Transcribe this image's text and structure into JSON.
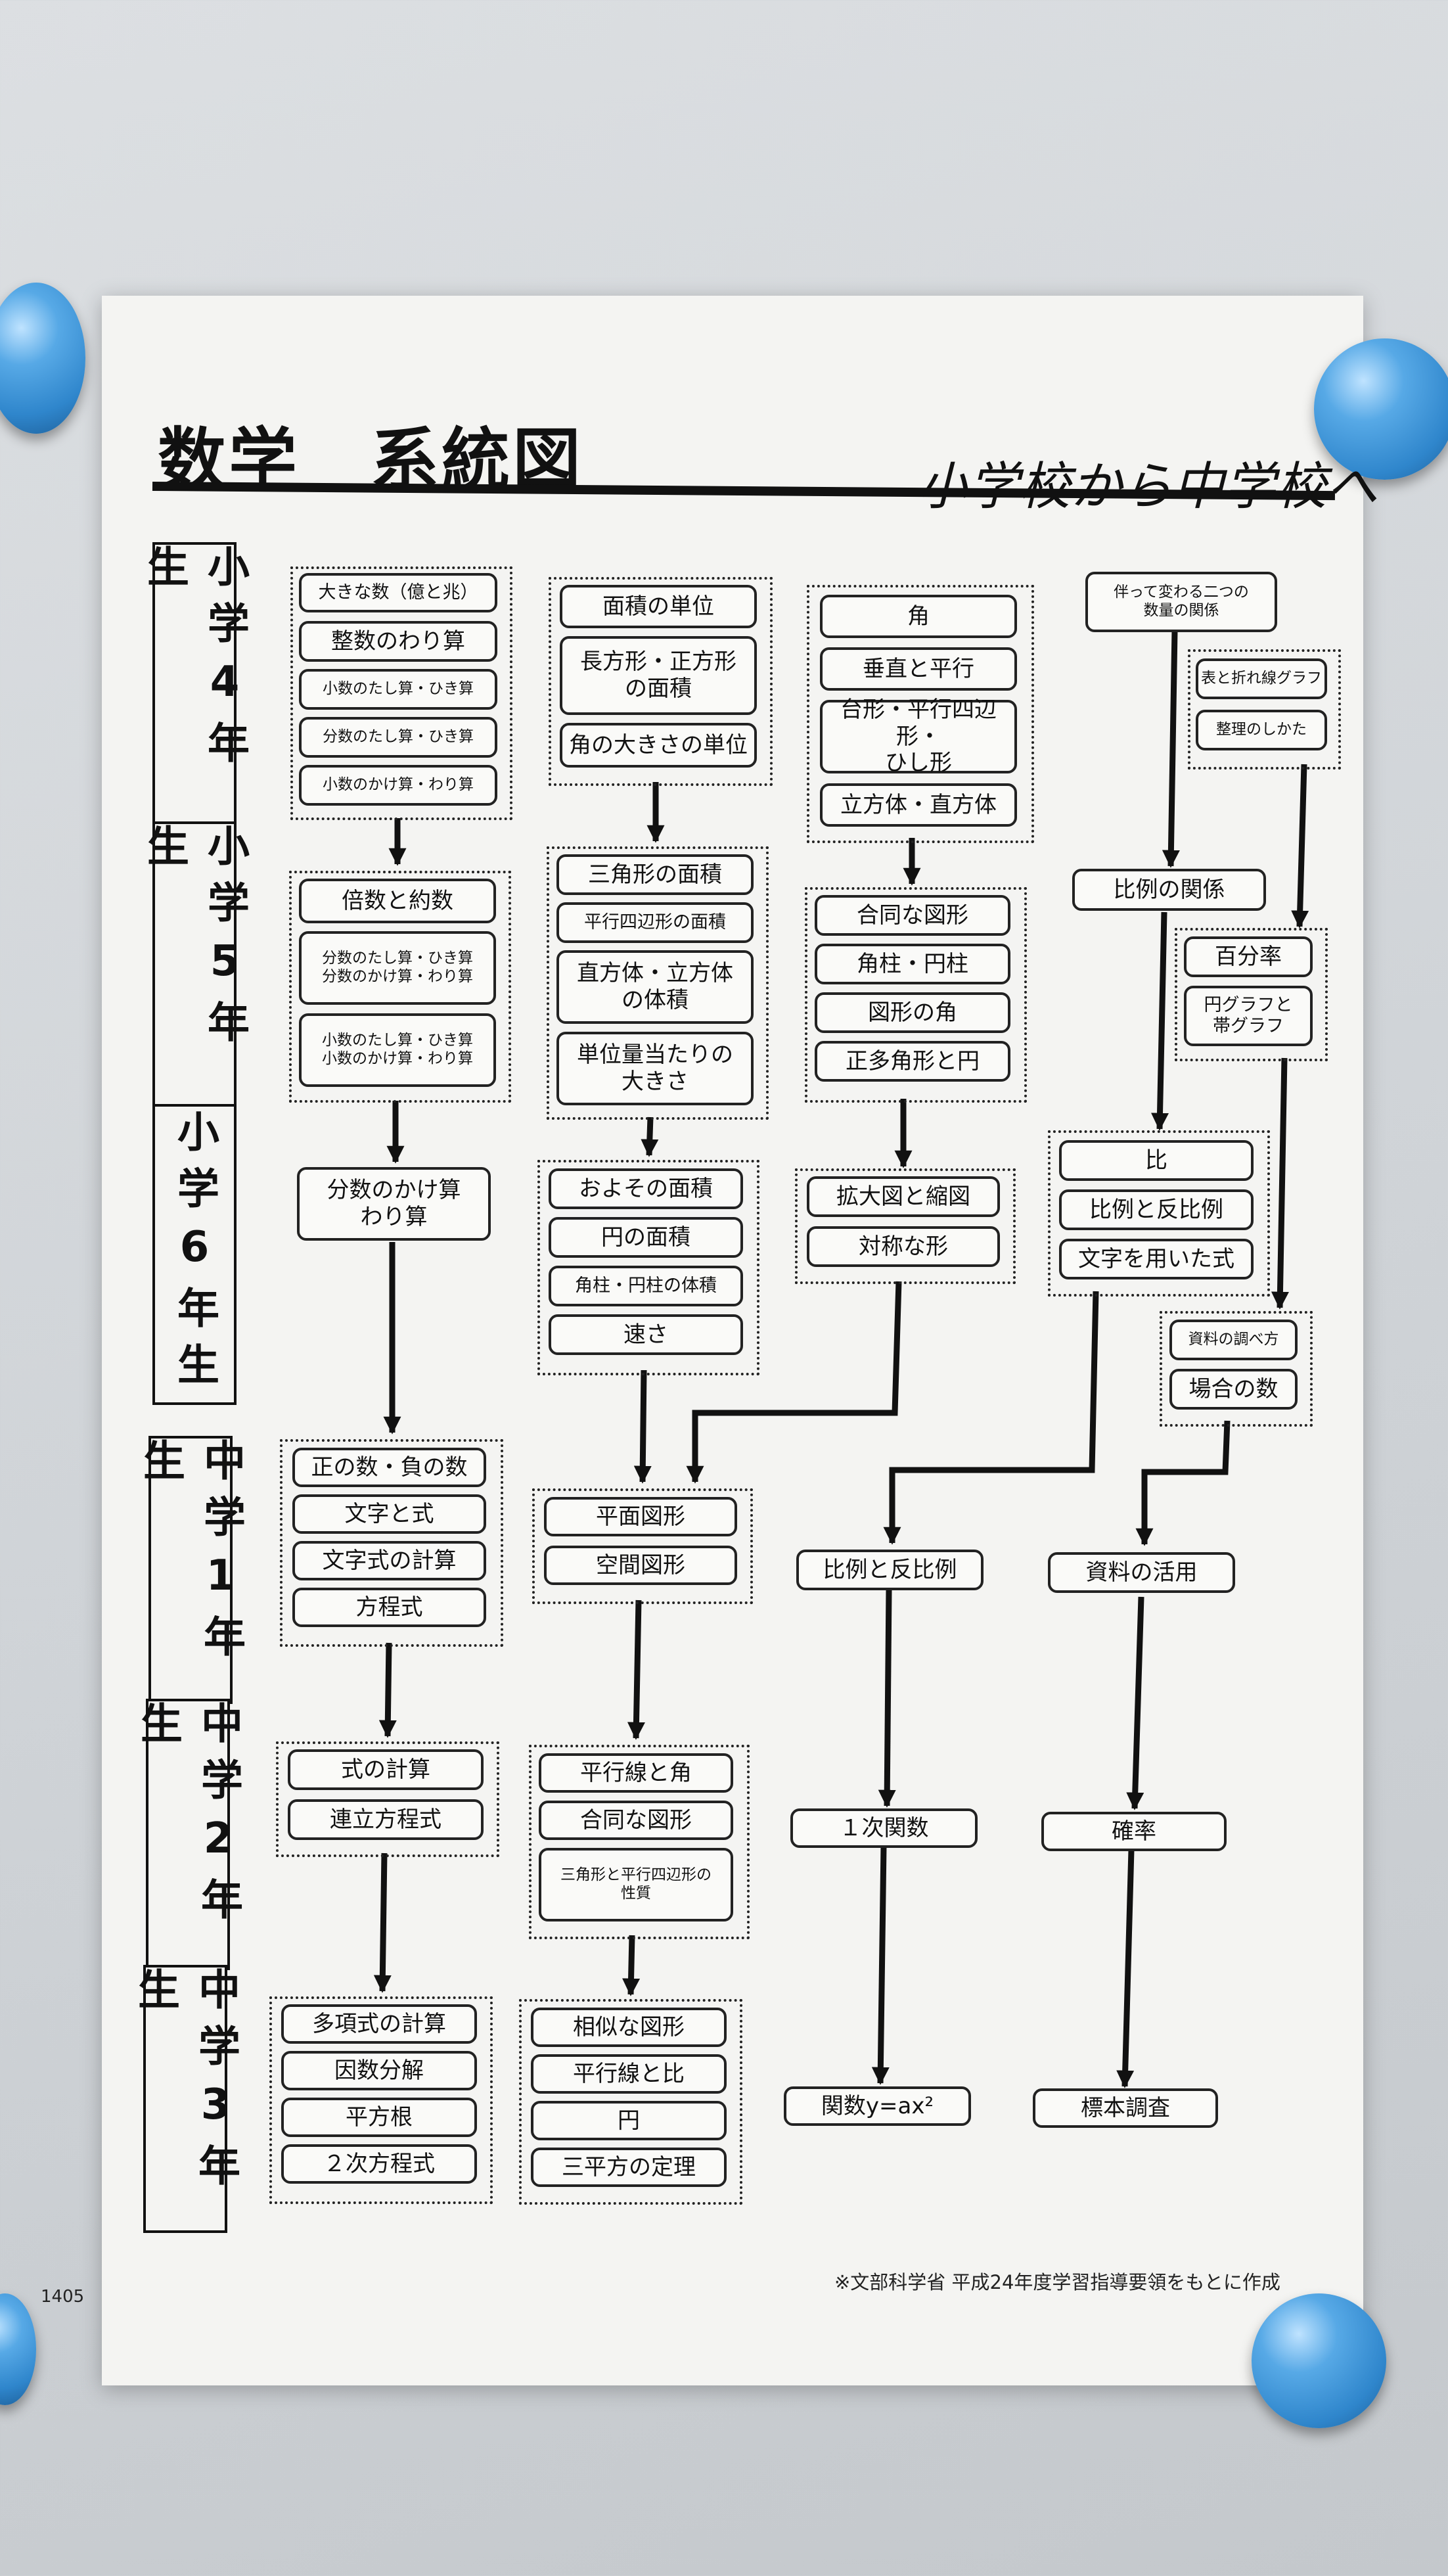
{
  "title": "数学　系統図",
  "subtitle": "小学校から中学校へ",
  "note": "※文部科学省 平成24年度学習指導要領をもとに作成",
  "page_code": "1405",
  "grades": [
    "小学4年生",
    "小学5年生",
    "小学6年生",
    "中学1年生",
    "中学2年生",
    "中学3年生"
  ],
  "col1": {
    "g4": [
      "大きな数（億と兆）",
      "整数のわり算",
      "小数のたし算・ひき算",
      "分数のたし算・ひき算",
      "小数のかけ算・わり算"
    ],
    "g5": [
      "倍数と約数",
      "分数のたし算・ひき算\n分数のかけ算・わり算",
      "小数のたし算・ひき算\n小数のかけ算・わり算"
    ],
    "g6": "分数のかけ算\nわり算",
    "j1": [
      "正の数・負の数",
      "文字と式",
      "文字式の計算",
      "方程式"
    ],
    "j2": [
      "式の計算",
      "連立方程式"
    ],
    "j3": [
      "多項式の計算",
      "因数分解",
      "平方根",
      "２次方程式"
    ]
  },
  "col2": {
    "g4": [
      "面積の単位",
      "長方形・正方形\nの面積",
      "角の大きさの単位"
    ],
    "g5": [
      "三角形の面積",
      "平行四辺形の面積",
      "直方体・立方体\nの体積",
      "単位量当たりの\n大きさ"
    ],
    "g6": [
      "およその面積",
      "円の面積",
      "角柱・円柱の体積",
      "速さ"
    ],
    "j1": [
      "平面図形",
      "空間図形"
    ],
    "j2": [
      "平行線と角",
      "合同な図形",
      "三角形と平行四辺形の\n性質"
    ],
    "j3": [
      "相似な図形",
      "平行線と比",
      "円",
      "三平方の定理"
    ]
  },
  "col3": {
    "g4": [
      "角",
      "垂直と平行",
      "台形・平行四辺形・\nひし形",
      "立方体・直方体"
    ],
    "g5": [
      "合同な図形",
      "角柱・円柱",
      "図形の角",
      "正多角形と円"
    ],
    "g6": [
      "拡大図と縮図",
      "対称な形"
    ],
    "j1": "比例と反比例",
    "j2": "１次関数",
    "j3": "関数y=ax²"
  },
  "col4": {
    "g4_rel": "伴って変わる二つの\n数量の関係",
    "g4_graph": [
      "表と折れ線グラフ",
      "整理のしかた"
    ],
    "g5_ratio": "比例の関係",
    "g5_pct": [
      "百分率",
      "円グラフと\n帯グラフ"
    ],
    "g6_ratio": [
      "比",
      "比例と反比例",
      "文字を用いた式"
    ],
    "g6_data": [
      "資料の調べ方",
      "場合の数"
    ],
    "j1": "資料の活用",
    "j2": "確率",
    "j3": "標本調査"
  }
}
